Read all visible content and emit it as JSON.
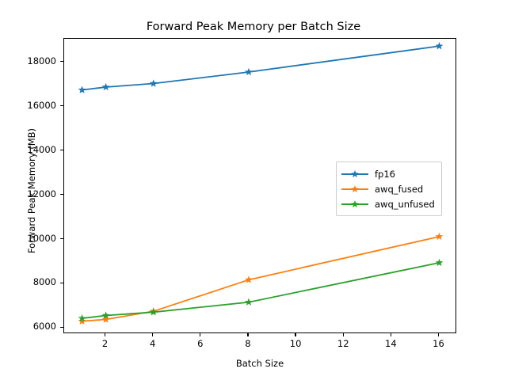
{
  "chart_data": {
    "type": "line",
    "title": "Forward Peak Memory per Batch Size",
    "xlabel": "Batch Size",
    "ylabel": "Forward Peak Memory (MB)",
    "x": [
      1,
      2,
      4,
      8,
      16
    ],
    "xlim": [
      0.25,
      16.75
    ],
    "ylim": [
      5730,
      19060
    ],
    "xticks": [
      2,
      4,
      6,
      8,
      10,
      12,
      14,
      16
    ],
    "xticklabels": [
      "2",
      "4",
      "6",
      "8",
      "10",
      "12",
      "14",
      "16"
    ],
    "yticks": [
      6000,
      8000,
      10000,
      12000,
      14000,
      16000,
      18000
    ],
    "yticklabels": [
      "6000",
      "8000",
      "10000",
      "12000",
      "14000",
      "16000",
      "18000"
    ],
    "grid": false,
    "legend_position": "center right",
    "marker": "star",
    "series": [
      {
        "name": "fp16",
        "color": "#1f77b4",
        "values": [
          16750,
          16880,
          17040,
          17560,
          18730
        ]
      },
      {
        "name": "awq_fused",
        "color": "#ff7f0e",
        "values": [
          6310,
          6390,
          6760,
          8180,
          10130
        ]
      },
      {
        "name": "awq_unfused",
        "color": "#2ca02c",
        "values": [
          6440,
          6570,
          6720,
          7170,
          8950
        ]
      }
    ]
  },
  "figure": {
    "background": "#ffffff",
    "axes_color": "#000000"
  }
}
